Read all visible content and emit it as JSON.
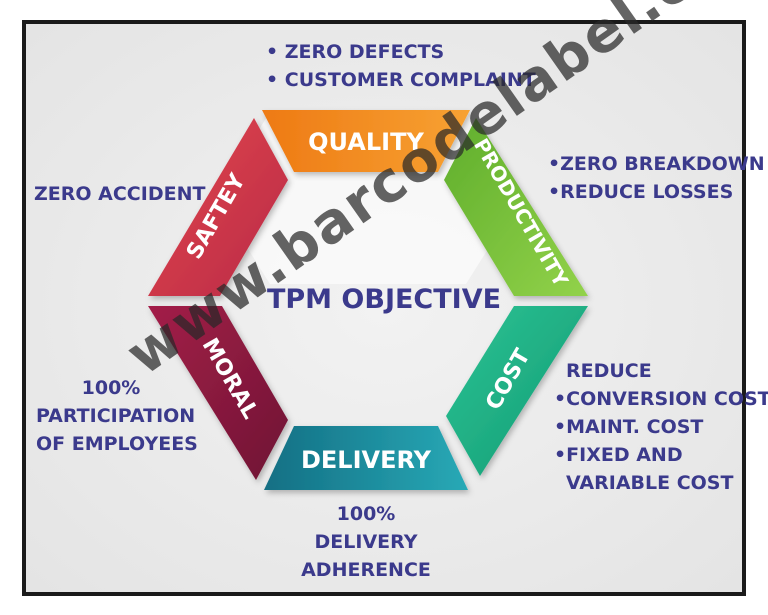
{
  "diagram": {
    "center_title": "TPM OBJECTIVE",
    "watermark": "www.barcodelabel.com",
    "segments": [
      {
        "label": "QUALITY",
        "color": "#f08a1e"
      },
      {
        "label": "PRODUCTIVITY",
        "color": "#7cc43a"
      },
      {
        "label": "COST",
        "color": "#24b587"
      },
      {
        "label": "DELIVERY",
        "color": "#1e8fa0"
      },
      {
        "label": "MORAL",
        "color": "#8e1a3f"
      },
      {
        "label": "SAFTEY",
        "color": "#d63a4d"
      }
    ],
    "notes": {
      "quality": [
        "• ZERO DEFECTS",
        "• CUSTOMER COMPLAINT"
      ],
      "productivity": [
        "•ZERO BREAKDOWN",
        "•REDUCE LOSSES"
      ],
      "cost": [
        "REDUCE",
        "•CONVERSION COST",
        "•MAINT. COST",
        "•FIXED AND",
        "VARIABLE COST"
      ],
      "delivery": [
        "100%",
        "DELIVERY",
        "ADHERENCE"
      ],
      "moral": [
        "100%",
        "PARTICIPATION",
        "OF EMPLOYEES"
      ],
      "safety": [
        "ZERO ACCIDENT"
      ]
    }
  }
}
